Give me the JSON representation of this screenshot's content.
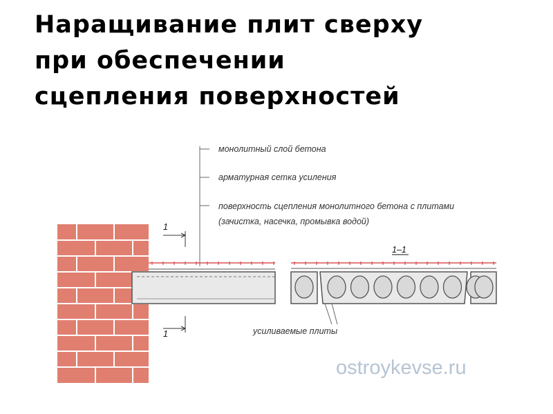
{
  "title": {
    "lines": [
      "Наращивание плит сверху",
      "при обеспечении",
      "сцепления поверхностей"
    ]
  },
  "diagram": {
    "labels": {
      "monolithic_layer": "монолитный слой бетона",
      "rebar_mesh": "арматурная сетка усиления",
      "bond_surface_line1": "поверхность сцепления монолитного бетона с плитами",
      "bond_surface_line2": "(зачистка, насечка, промывка водой)",
      "reinforced_slabs": "усиливаемые плиты"
    },
    "section_marker_top": "1",
    "section_marker_bottom": "1",
    "section_title": "1–1",
    "hollow_cores_per_slab": 7,
    "colors": {
      "brick": "#e07f70",
      "mortar": "#ffffff",
      "slab_fill": "#e9e9e9",
      "outline": "#555555",
      "monolithic_red": "#d03030",
      "watermark": "#b6c4d3"
    }
  },
  "watermark": "ostroykevse.ru"
}
